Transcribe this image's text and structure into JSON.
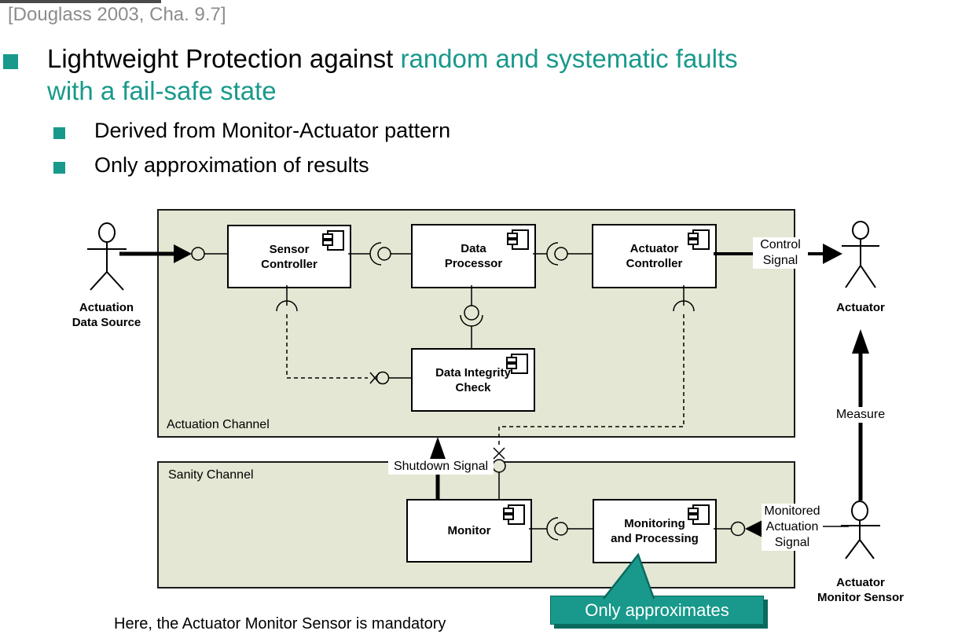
{
  "colors": {
    "teal": "#18998B",
    "teal_dark": "#0B6A5F",
    "channel_fill": "#E3E7D3",
    "channel_border": "#1A1A1A",
    "gray_text": "#8C8C8C",
    "strip": "#4A4A4A"
  },
  "header": {
    "citation": "[Douglass 2003, Cha. 9.7]"
  },
  "title": {
    "line1_black": "Lightweight Protection against ",
    "line1_teal": "random and systematic faults",
    "line2_teal": "with a fail-safe state"
  },
  "bullets": [
    {
      "label": "Derived from Monitor-Actuator pattern"
    },
    {
      "label": "Only approximation of results"
    }
  ],
  "diagram": {
    "channels": {
      "actuation": "Actuation Channel",
      "sanity": "Sanity Channel"
    },
    "components": {
      "sensor_controller": {
        "line1": "Sensor",
        "line2": "Controller"
      },
      "data_processor": {
        "line1": "Data",
        "line2": "Processor"
      },
      "actuator_controller": {
        "line1": "Actuator",
        "line2": "Controller"
      },
      "data_integrity_check": {
        "line1": "Data Integrity",
        "line2": "Check"
      },
      "monitor": {
        "line1": "Monitor",
        "line2": ""
      },
      "monitoring_processing": {
        "line1": "Monitoring",
        "line2": "and Processing"
      }
    },
    "actors": {
      "actuation_data_source": {
        "line1": "Actuation",
        "line2": "Data Source"
      },
      "actuator": {
        "line1": "Actuator",
        "line2": ""
      },
      "actuator_monitor_sensor": {
        "line1": "Actuator",
        "line2": "Monitor Sensor"
      }
    },
    "signals": {
      "control": {
        "line1": "Control",
        "line2": "Signal"
      },
      "shutdown": "Shutdown Signal",
      "monitored": {
        "line1": "Monitored",
        "line2": "Actuation",
        "line3": "Signal"
      },
      "measure": "Measure"
    }
  },
  "callout": {
    "label": "Only approximates"
  },
  "footnote": "Here, the Actuator Monitor Sensor is mandatory"
}
